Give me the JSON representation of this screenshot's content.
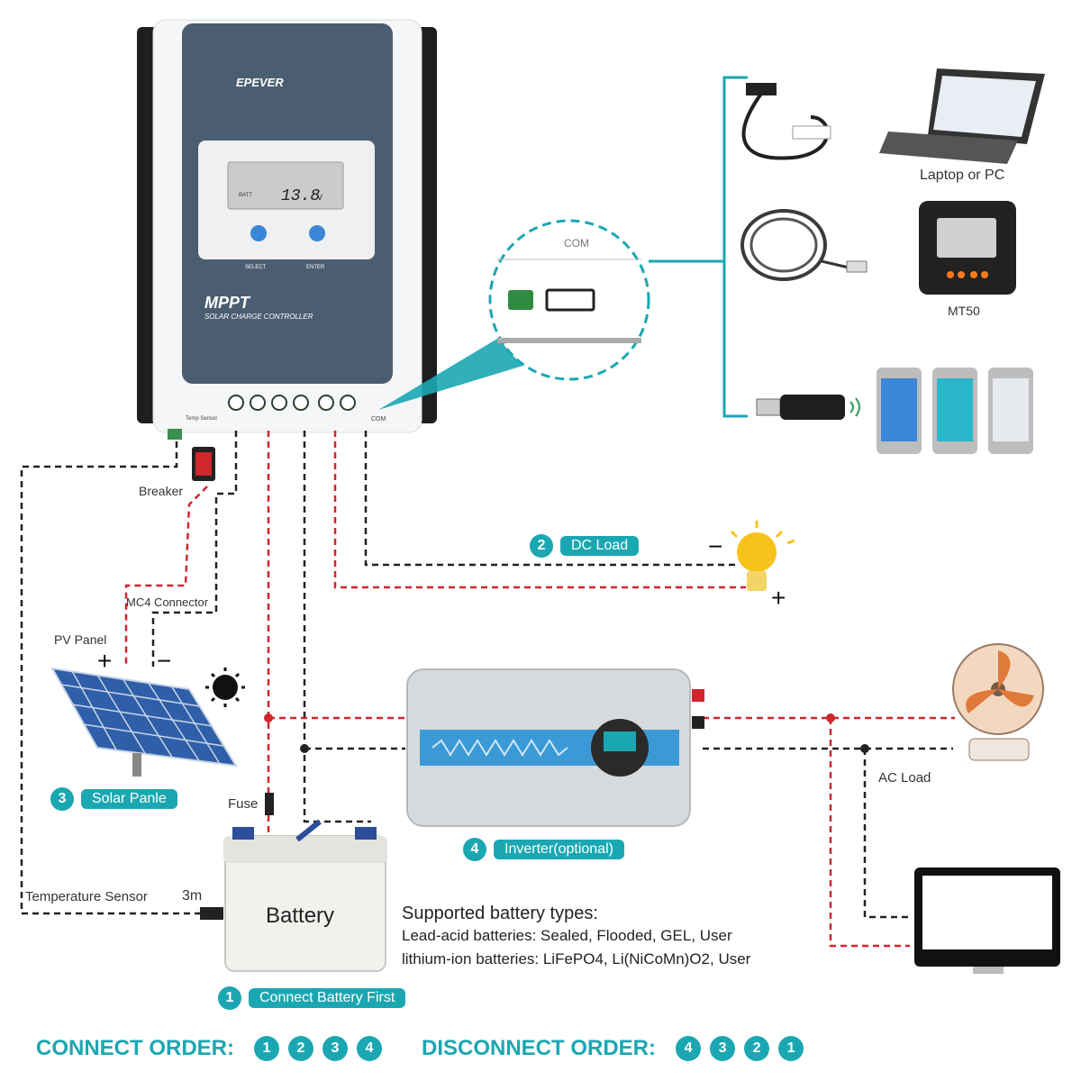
{
  "controller": {
    "brand": "EPEVER",
    "lcd_reading": "13.8",
    "lcd_unit": "V",
    "lcd_label": "BATT",
    "button_select": "SELECT",
    "button_enter": "ENTER",
    "title": "MPPT",
    "subtitle": "SOLAR CHARGE CONTROLLER",
    "temp_sensor_label": "Temp Sensor",
    "com_label": "COM"
  },
  "com_zoom_label": "COM",
  "devices": {
    "laptop": "Laptop or PC",
    "mt50": "MT50"
  },
  "wiring": {
    "breaker": "Breaker",
    "mc4": "MC4 Connector",
    "pv_panel": "PV Panel",
    "plus": "+",
    "minus": "−",
    "fuse": "Fuse",
    "temp_sensor": "Temperature Sensor",
    "temp_sensor_length": "3m",
    "ac_load": "AC Load"
  },
  "steps": [
    {
      "num": "1",
      "label": "Connect Battery First"
    },
    {
      "num": "2",
      "label": "DC Load"
    },
    {
      "num": "3",
      "label": "Solar Panle"
    },
    {
      "num": "4",
      "label": "Inverter(optional)"
    }
  ],
  "battery": {
    "label": "Battery",
    "supported_title": "Supported battery types:",
    "lead_acid": "Lead-acid batteries: Sealed, Flooded, GEL, User",
    "lithium": "lithium-ion batteries: LiFePO4, Li(NiCoMn)O2, User"
  },
  "connect_order": {
    "title": "CONNECT ORDER:",
    "sequence": [
      "1",
      "2",
      "3",
      "4"
    ]
  },
  "disconnect_order": {
    "title": "DISCONNECT ORDER:",
    "sequence": [
      "4",
      "3",
      "2",
      "1"
    ]
  },
  "colors": {
    "accent": "#1ba7b2",
    "wire_positive": "#d0262c",
    "wire_negative": "#222222",
    "controller_panel": "#4b5d70"
  }
}
